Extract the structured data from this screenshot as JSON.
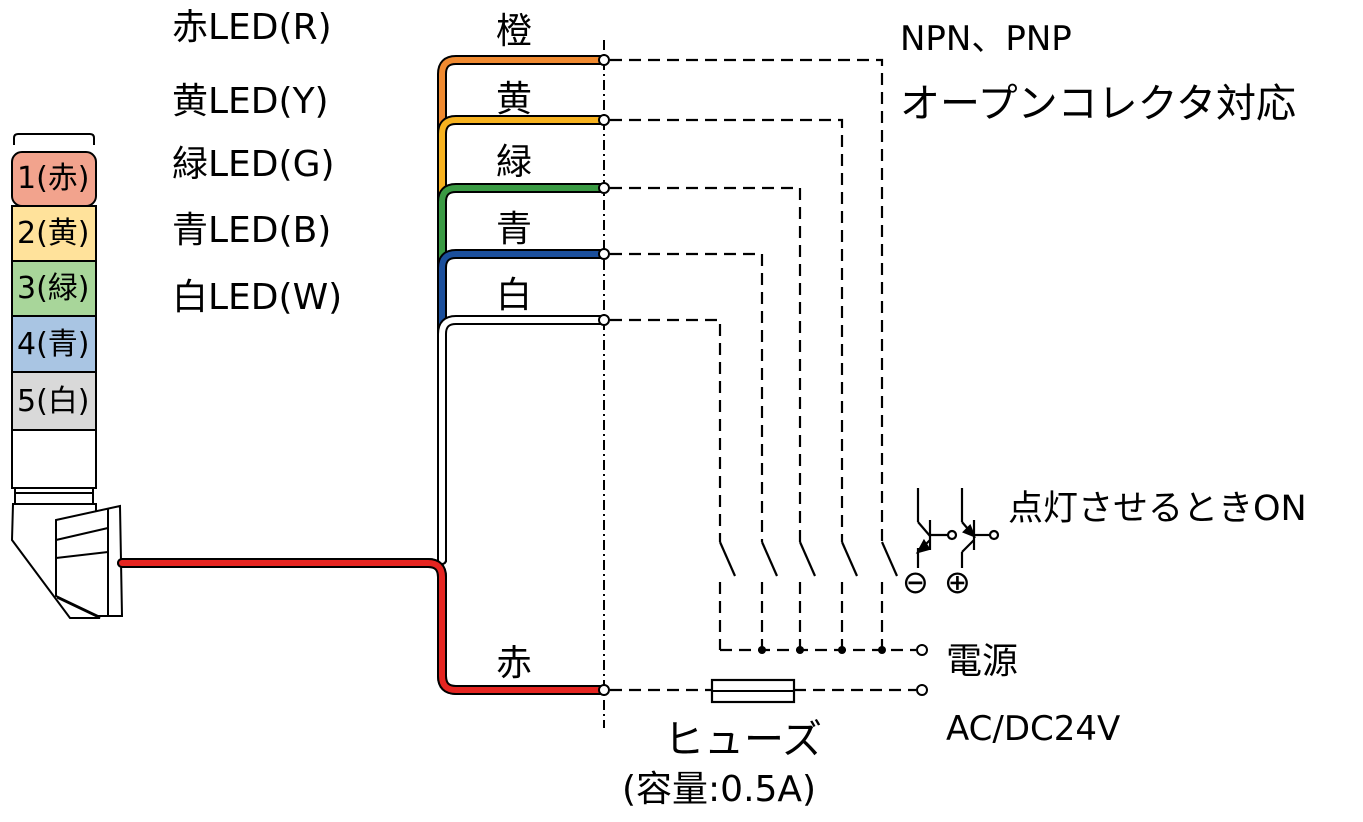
{
  "led_labels": [
    "赤LED(R)",
    "黄LED(Y)",
    "緑LED(G)",
    "青LED(B)",
    "白LED(W)"
  ],
  "tower_segments": [
    {
      "label": "1(赤)",
      "color": "#f2a38d"
    },
    {
      "label": "2(黄)",
      "color": "#ffe29b"
    },
    {
      "label": "3(緑)",
      "color": "#a8d69a"
    },
    {
      "label": "4(青)",
      "color": "#a9c5e3"
    },
    {
      "label": "5(白)",
      "color": "#d9d9d9"
    }
  ],
  "wires": [
    {
      "label": "橙",
      "color": "#f08a30"
    },
    {
      "label": "黄",
      "color": "#f7b21f"
    },
    {
      "label": "緑",
      "color": "#3a9a43"
    },
    {
      "label": "青",
      "color": "#1b4f9c"
    },
    {
      "label": "白",
      "color": "#ffffff"
    },
    {
      "label": "赤",
      "color": "#e52521"
    }
  ],
  "output_type": {
    "line1": "NPN、PNP",
    "line2": "オープンコレクタ対応"
  },
  "switch_note": "点灯させるときON",
  "polarity": {
    "minus": "⊖",
    "plus": "⊕"
  },
  "power": {
    "label": "電源",
    "spec": "AC/DC24V"
  },
  "fuse": {
    "label": "ヒューズ",
    "capacity": "(容量:0.5A)"
  }
}
